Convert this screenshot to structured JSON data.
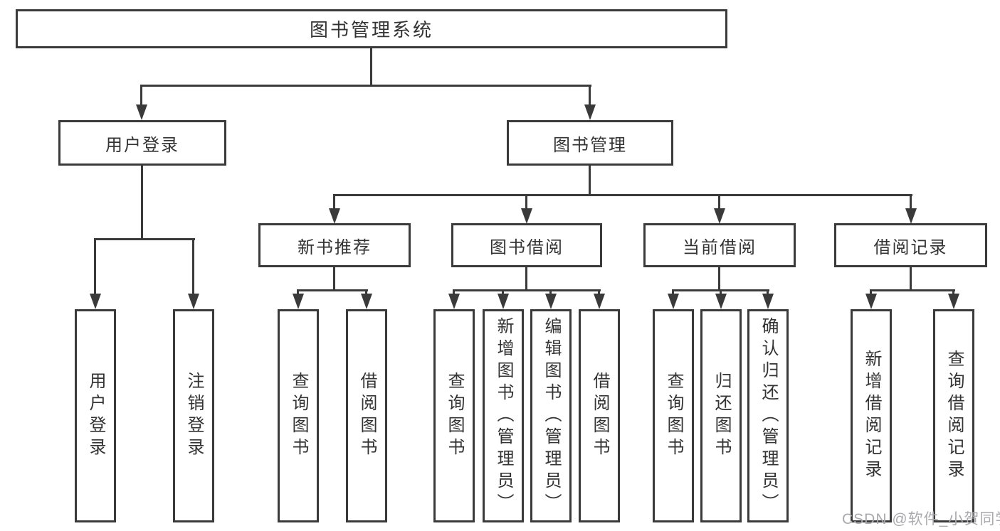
{
  "diagram": {
    "root": {
      "label": "图书管理系统"
    },
    "level2": [
      {
        "label": "用户登录"
      },
      {
        "label": "图书管理"
      }
    ],
    "level3": [
      {
        "label": "新书推荐"
      },
      {
        "label": "图书借阅"
      },
      {
        "label": "当前借阅"
      },
      {
        "label": "借阅记录"
      }
    ],
    "leaves": {
      "user_login": [
        {
          "label": "用户登录"
        },
        {
          "label": "注销登录"
        }
      ],
      "new_book_recommend": [
        {
          "label": "查询图书"
        },
        {
          "label": "借阅图书"
        }
      ],
      "book_borrowing": [
        {
          "label": "查询图书"
        },
        {
          "label": "新增图书（管理员）"
        },
        {
          "label": "编辑图书（管理员）"
        },
        {
          "label": "借阅图书"
        }
      ],
      "current_borrowing": [
        {
          "label": "查询图书"
        },
        {
          "label": "归还图书"
        },
        {
          "label": "确认归还（管理员）"
        }
      ],
      "borrowing_records": [
        {
          "label": "新增借阅记录"
        },
        {
          "label": "查询借阅记录"
        }
      ]
    }
  },
  "watermark": {
    "text": "CSDN @软件_小贺同学"
  },
  "colors": {
    "line": "#3a3a3a",
    "text": "#333333",
    "box_background": "#ffffff",
    "page_background": "#ffffff",
    "watermark": "#aaaaae"
  }
}
